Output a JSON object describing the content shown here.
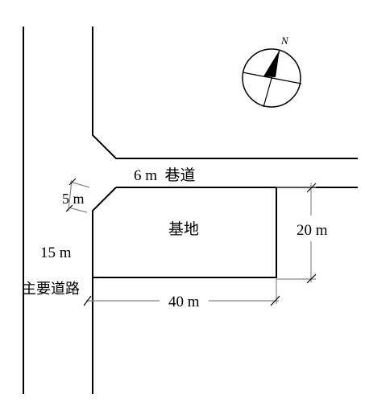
{
  "compass": {
    "north_label": "N",
    "icon": "compass-icon"
  },
  "labels": {
    "alley": "6 m  巷道",
    "corner_cut": "5 m",
    "site": "基地",
    "site_depth": "20 m",
    "road_width": "15 m",
    "main_road": "主要道路",
    "site_frontage": "40 m"
  },
  "colors": {
    "line": "#000000",
    "dimension": "#888888"
  }
}
